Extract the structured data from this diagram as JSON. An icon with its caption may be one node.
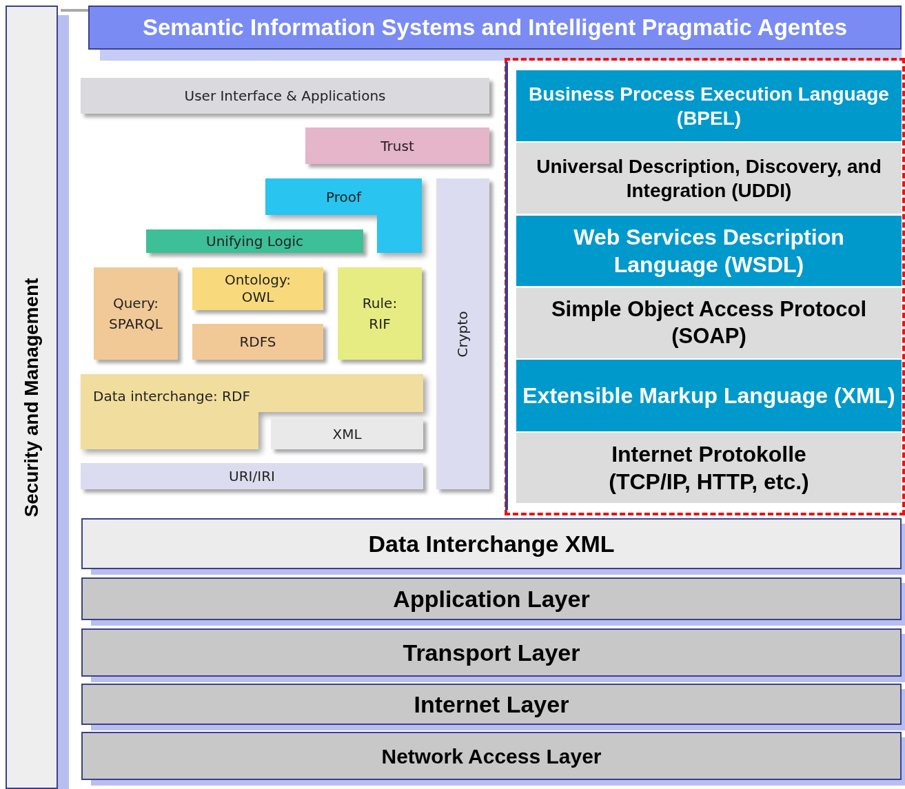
{
  "diagram": {
    "nodes": [
      {
        "text": [
          "Security and Management"
        ]
      },
      {
        "text": [
          "Semantic Information Systems and Intelligent Pragmatic Agentes"
        ]
      },
      {
        "text": [
          "User Interface & Applications"
        ]
      },
      {
        "text": [
          "Trust"
        ]
      },
      {
        "text": [
          "Proof"
        ]
      },
      {
        "text": [
          "Unifying Logic"
        ]
      },
      {
        "text": [
          "Query: SPARQL"
        ]
      },
      {
        "text": [
          "Ontology: OWL"
        ]
      },
      {
        "text": [
          "RDFS"
        ]
      },
      {
        "text": [
          "Rule: RIF"
        ]
      },
      {
        "text": [
          "Data interchange: RDF"
        ]
      },
      {
        "text": [
          "XML"
        ]
      },
      {
        "text": [
          "URI/IRI"
        ]
      },
      {
        "text": [
          "Crypto"
        ]
      },
      {
        "text": [
          "Business Process Execution Language (BPEL)"
        ]
      },
      {
        "text": [
          "Universal Description, Discovery, and Integration (UDDI)"
        ]
      },
      {
        "text": [
          "Web Services Description Language (WSDL)"
        ]
      },
      {
        "text": [
          "Simple Object Access Protocol (SOAP)"
        ]
      },
      {
        "text": [
          "Extensible Markup Language (XML)"
        ]
      },
      {
        "text": [
          "Internet Protokolle (TCP/IP, HTTP, etc.)"
        ]
      },
      {
        "text": [
          "Data Interchange XML"
        ]
      },
      {
        "text": [
          "Application Layer"
        ]
      },
      {
        "text": [
          "Transport Layer"
        ]
      },
      {
        "text": [
          "Internet Layer"
        ]
      },
      {
        "text": [
          "Network Access Layer"
        ]
      }
    ],
    "edges": []
  }
}
